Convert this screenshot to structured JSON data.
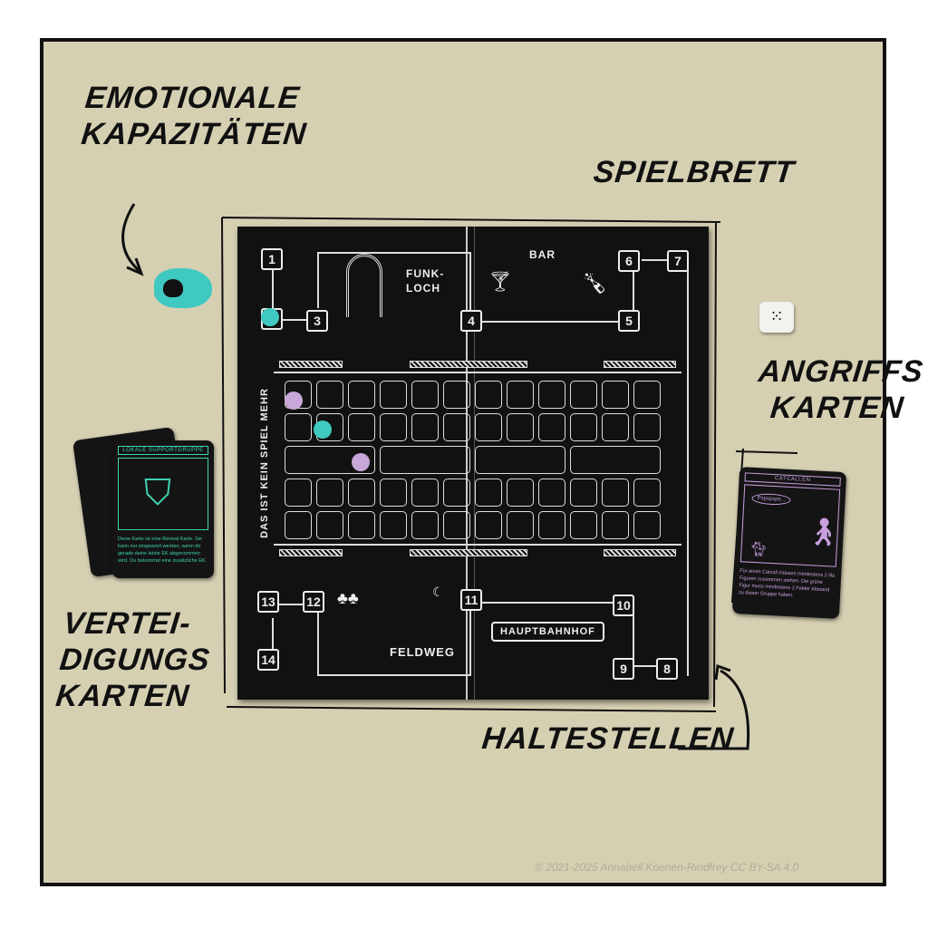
{
  "labels": {
    "emotional": [
      "EMOTIONALE",
      "KAPAZITÄTEN"
    ],
    "board": "SPIELBRETT",
    "attack": [
      "ANGRIFFS",
      "KARTEN"
    ],
    "defense": [
      "VERTEI-",
      "DIGUNGS",
      "KARTEN"
    ],
    "stops": "HALTESTELLEN"
  },
  "board": {
    "places": {
      "funkloch": [
        "FUNK-",
        "LOCH"
      ],
      "bar": "BAR",
      "feldweg": "FELDWEG",
      "station": "HAUPTBAHNHOF"
    },
    "side_text": "DAS IST KEIN SPIEL MEHR",
    "stops": [
      "1",
      "",
      "3",
      "4",
      "5",
      "6",
      "7",
      "8",
      "9",
      "10",
      "11",
      "12",
      "13",
      "14"
    ]
  },
  "defense_card": {
    "title": "LOKALE SUPPORTGRUPPE",
    "text": "Diese Karte ist eine Revival Karte. Sie kann nur eingesetzt werden, wenn dir gerade deine letzte EK abgenommen wird. Du bekommst eine zusätzliche EK.",
    "icon": "shield-heart-icon",
    "color": "#3fd1b0"
  },
  "attack_card": {
    "title": "CATCALLEN",
    "speech": "Pspspsps...",
    "text": "Für einen Catcall müssen mindestens 2 lila Figuren zusammen stehen. Die grüne Figur muss mindestens 2 Felder Abstand zu dieser Gruppe haben.",
    "color": "#c9a0e0"
  },
  "colors": {
    "teal": "#3fc9c0",
    "lilac": "#c8a8d8",
    "background": "#d6d0b3",
    "board": "#111111"
  },
  "copyright": "© 2021-2025 Annabell Koenen-Rindfrey  CC BY-SA 4.0"
}
